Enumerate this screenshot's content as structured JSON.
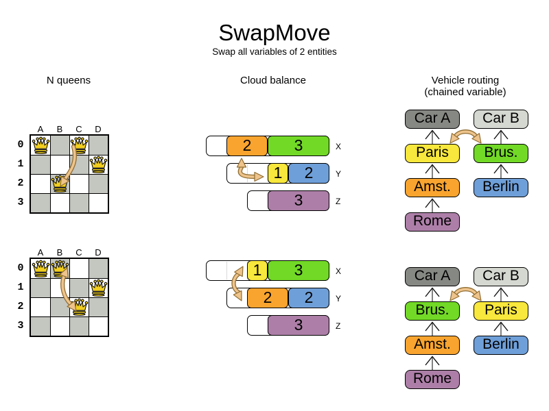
{
  "title": "SwapMove",
  "subtitle": "Swap all variables of 2 entities",
  "nqueens": {
    "header": "N queens",
    "column_labels": [
      "A",
      "B",
      "C",
      "D"
    ],
    "row_labels": [
      "0",
      "1",
      "2",
      "3"
    ],
    "boards": [
      {
        "state": "before",
        "queens": [
          "A0",
          "C0",
          "D1",
          "B2"
        ]
      },
      {
        "state": "after",
        "queens": [
          "A0",
          "B0",
          "D1",
          "C2"
        ]
      }
    ]
  },
  "cloud": {
    "header": "Cloud balance",
    "states": [
      {
        "rows": [
          {
            "label": "X",
            "capacity": 6,
            "processes": [
              {
                "value": "2",
                "size": 2,
                "color": "orange"
              },
              {
                "value": "3",
                "size": 3,
                "color": "green"
              }
            ]
          },
          {
            "label": "Y",
            "capacity": 5,
            "processes": [
              {
                "value": "1",
                "size": 1,
                "color": "yellow"
              },
              {
                "value": "2",
                "size": 2,
                "color": "blue"
              }
            ]
          },
          {
            "label": "Z",
            "capacity": 4,
            "processes": [
              {
                "value": "3",
                "size": 3,
                "color": "purple"
              }
            ]
          }
        ]
      },
      {
        "rows": [
          {
            "label": "X",
            "capacity": 6,
            "processes": [
              {
                "value": "1",
                "size": 1,
                "color": "yellow"
              },
              {
                "value": "3",
                "size": 3,
                "color": "green"
              }
            ]
          },
          {
            "label": "Y",
            "capacity": 5,
            "processes": [
              {
                "value": "2",
                "size": 2,
                "color": "orange"
              },
              {
                "value": "2",
                "size": 2,
                "color": "blue"
              }
            ]
          },
          {
            "label": "Z",
            "capacity": 4,
            "processes": [
              {
                "value": "3",
                "size": 3,
                "color": "purple"
              }
            ]
          }
        ]
      }
    ]
  },
  "vehicle": {
    "header_line1": "Vehicle routing",
    "header_line2": "(chained variable)",
    "states": [
      {
        "chains": [
          [
            "Car A",
            "Paris",
            "Amst.",
            "Rome"
          ],
          [
            "Car B",
            "Brus.",
            "Berlin"
          ]
        ]
      },
      {
        "chains": [
          [
            "Car A",
            "Brus.",
            "Amst.",
            "Rome"
          ],
          [
            "Car B",
            "Paris",
            "Berlin"
          ]
        ]
      }
    ],
    "box_colors": {
      "Car A": "car_a_grey",
      "Car B": "car_b_grey",
      "Paris": "yellow",
      "Brus.": "green",
      "Amst.": "orange",
      "Berlin": "blue",
      "Rome": "purple"
    }
  },
  "colors": {
    "orange": "#f9a42f",
    "green": "#72d927",
    "yellow": "#f8e73c",
    "blue": "#6f9fd8",
    "purple": "#ad7fa8",
    "car_a_grey": "#868883",
    "car_b_grey": "#d4d8d0",
    "board_grey": "#c4c6c0",
    "queen_gold": "#f2cf1f",
    "swap_arrow_fill": "#eec48c",
    "swap_arrow_outline": "#8f6d33"
  }
}
